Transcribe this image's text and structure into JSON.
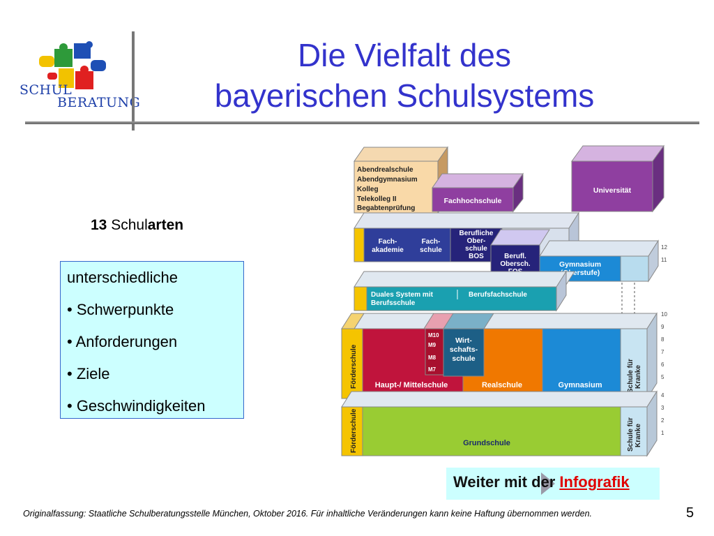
{
  "logo": {
    "line1": "SCHUL",
    "line2": "BERATUNG"
  },
  "title": {
    "line1": "Die Vielfalt des",
    "line2": "bayerischen Schulsystems"
  },
  "subtitle": {
    "count": "13",
    "schul": "Schul",
    "arten": "arten"
  },
  "list": {
    "heading": "unterschiedliche",
    "items": [
      "• Schwerpunkte",
      "• Anforderungen",
      "• Ziele",
      "• Geschwindigkeiten"
    ]
  },
  "diagram": {
    "abendrealschule": [
      "Abendrealschule",
      "Abendgymnasium",
      "Kolleg",
      "Telekolleg II",
      "Begabtenprüfung"
    ],
    "fachhochschule": "Fachhochschule",
    "universitaet": "Universität",
    "fachakademie": [
      "Fach-",
      "akademie"
    ],
    "fachschule": [
      "Fach-",
      "schule"
    ],
    "bos": [
      "Berufliche",
      "Ober-",
      "schule",
      "BOS"
    ],
    "fos": [
      "Berufl.",
      "Obersch.",
      "FOS"
    ],
    "gymnasium_oberstufe": [
      "Gymnasium",
      "(Oberstufe)"
    ],
    "duales_system": [
      "Duales System mit",
      "Berufsschule"
    ],
    "berufsfachschule": "Berufsfachschule",
    "foerderschule": "Förderschule",
    "hauptschule": "Haupt-/ Mittelschule",
    "m_classes": [
      "M10",
      "M9",
      "M8",
      "M7"
    ],
    "wirtschaftsschule": [
      "Wirt-",
      "schafts-",
      "schule"
    ],
    "realschule": "Realschule",
    "gymnasium": "Gymnasium",
    "schule_kranke": [
      "Schule für",
      "Kranke"
    ],
    "grundschule": "Grundschule",
    "grades": [
      "12",
      "11",
      "10",
      "9",
      "8",
      "7",
      "6",
      "5",
      "4",
      "3",
      "2",
      "1"
    ]
  },
  "link": {
    "prefix": "Weiter mit der ",
    "label": "Infografik"
  },
  "footer": "Originalfassung: Staatliche Schulberatungsstelle München, Oktober 2016.  Für inhaltliche Veränderungen kann keine Haftung übernommen werden.",
  "page_number": "5"
}
